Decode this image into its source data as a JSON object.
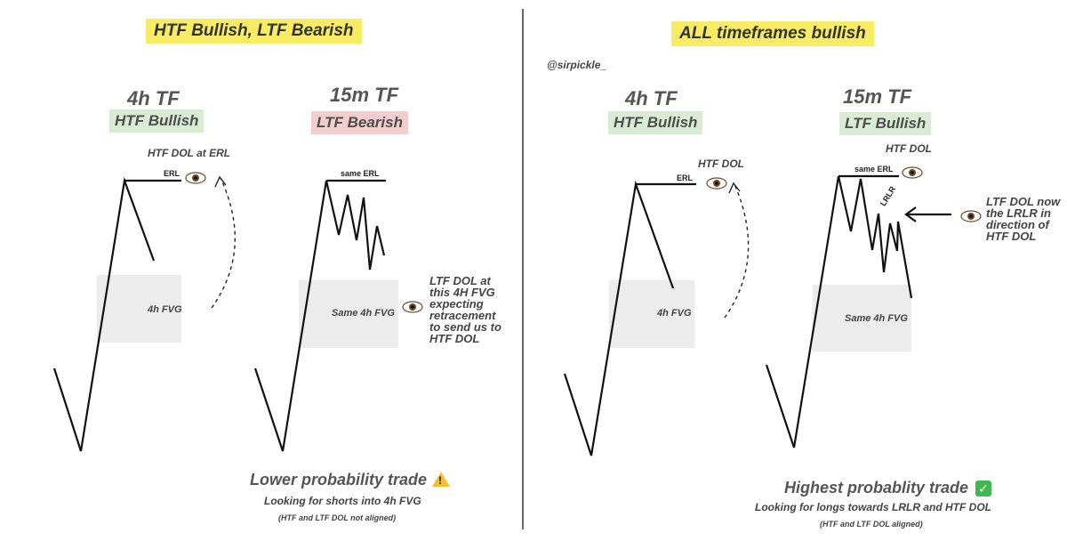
{
  "left": {
    "banner": "HTF Bullish, LTF Bearish",
    "tf1": {
      "title": "4h TF",
      "tag": "HTF Bullish",
      "erl": "ERL",
      "dol_note": "HTF DOL at ERL",
      "fvg": "4h FVG"
    },
    "tf2": {
      "title": "15m TF",
      "tag": "LTF Bearish",
      "erl": "same ERL",
      "fvg": "Same 4h FVG",
      "note_lines": [
        "LTF DOL at",
        "this 4H FVG",
        "expecting",
        "retracement",
        "to send us to",
        "HTF DOL"
      ]
    },
    "trade": {
      "title": "Lower probability trade",
      "sub": "Looking for shorts into 4h FVG",
      "note": "(HTF and LTF DOL not aligned)"
    }
  },
  "right": {
    "banner": "ALL timeframes bullish",
    "handle": "@sirpickle_",
    "tf1": {
      "title": "4h TF",
      "tag": "HTF Bullish",
      "erl": "ERL",
      "dol_note": "HTF DOL",
      "fvg": "4h FVG"
    },
    "tf2": {
      "title": "15m TF",
      "tag": "LTF Bullish",
      "erl": "same ERL",
      "dol_note": "HTF DOL",
      "fvg": "Same 4h FVG",
      "lrlr": "LRLR",
      "note_lines": [
        "LTF DOL now",
        "the LRLR in",
        "direction of",
        "HTF DOL"
      ]
    },
    "trade": {
      "title": "Highest probablity trade",
      "sub": "Looking for longs towards LRLR and HTF DOL",
      "note": "(HTF and LTF DOL aligned)"
    }
  },
  "icons": {
    "eye": "eye-icon",
    "warning": "warning-icon",
    "check": "check-icon"
  },
  "colors": {
    "banner": "#f7ec64",
    "bullish_tag": "#d8ebd3",
    "bearish_tag": "#f2cdcd",
    "fvg_box": "#ececec"
  }
}
